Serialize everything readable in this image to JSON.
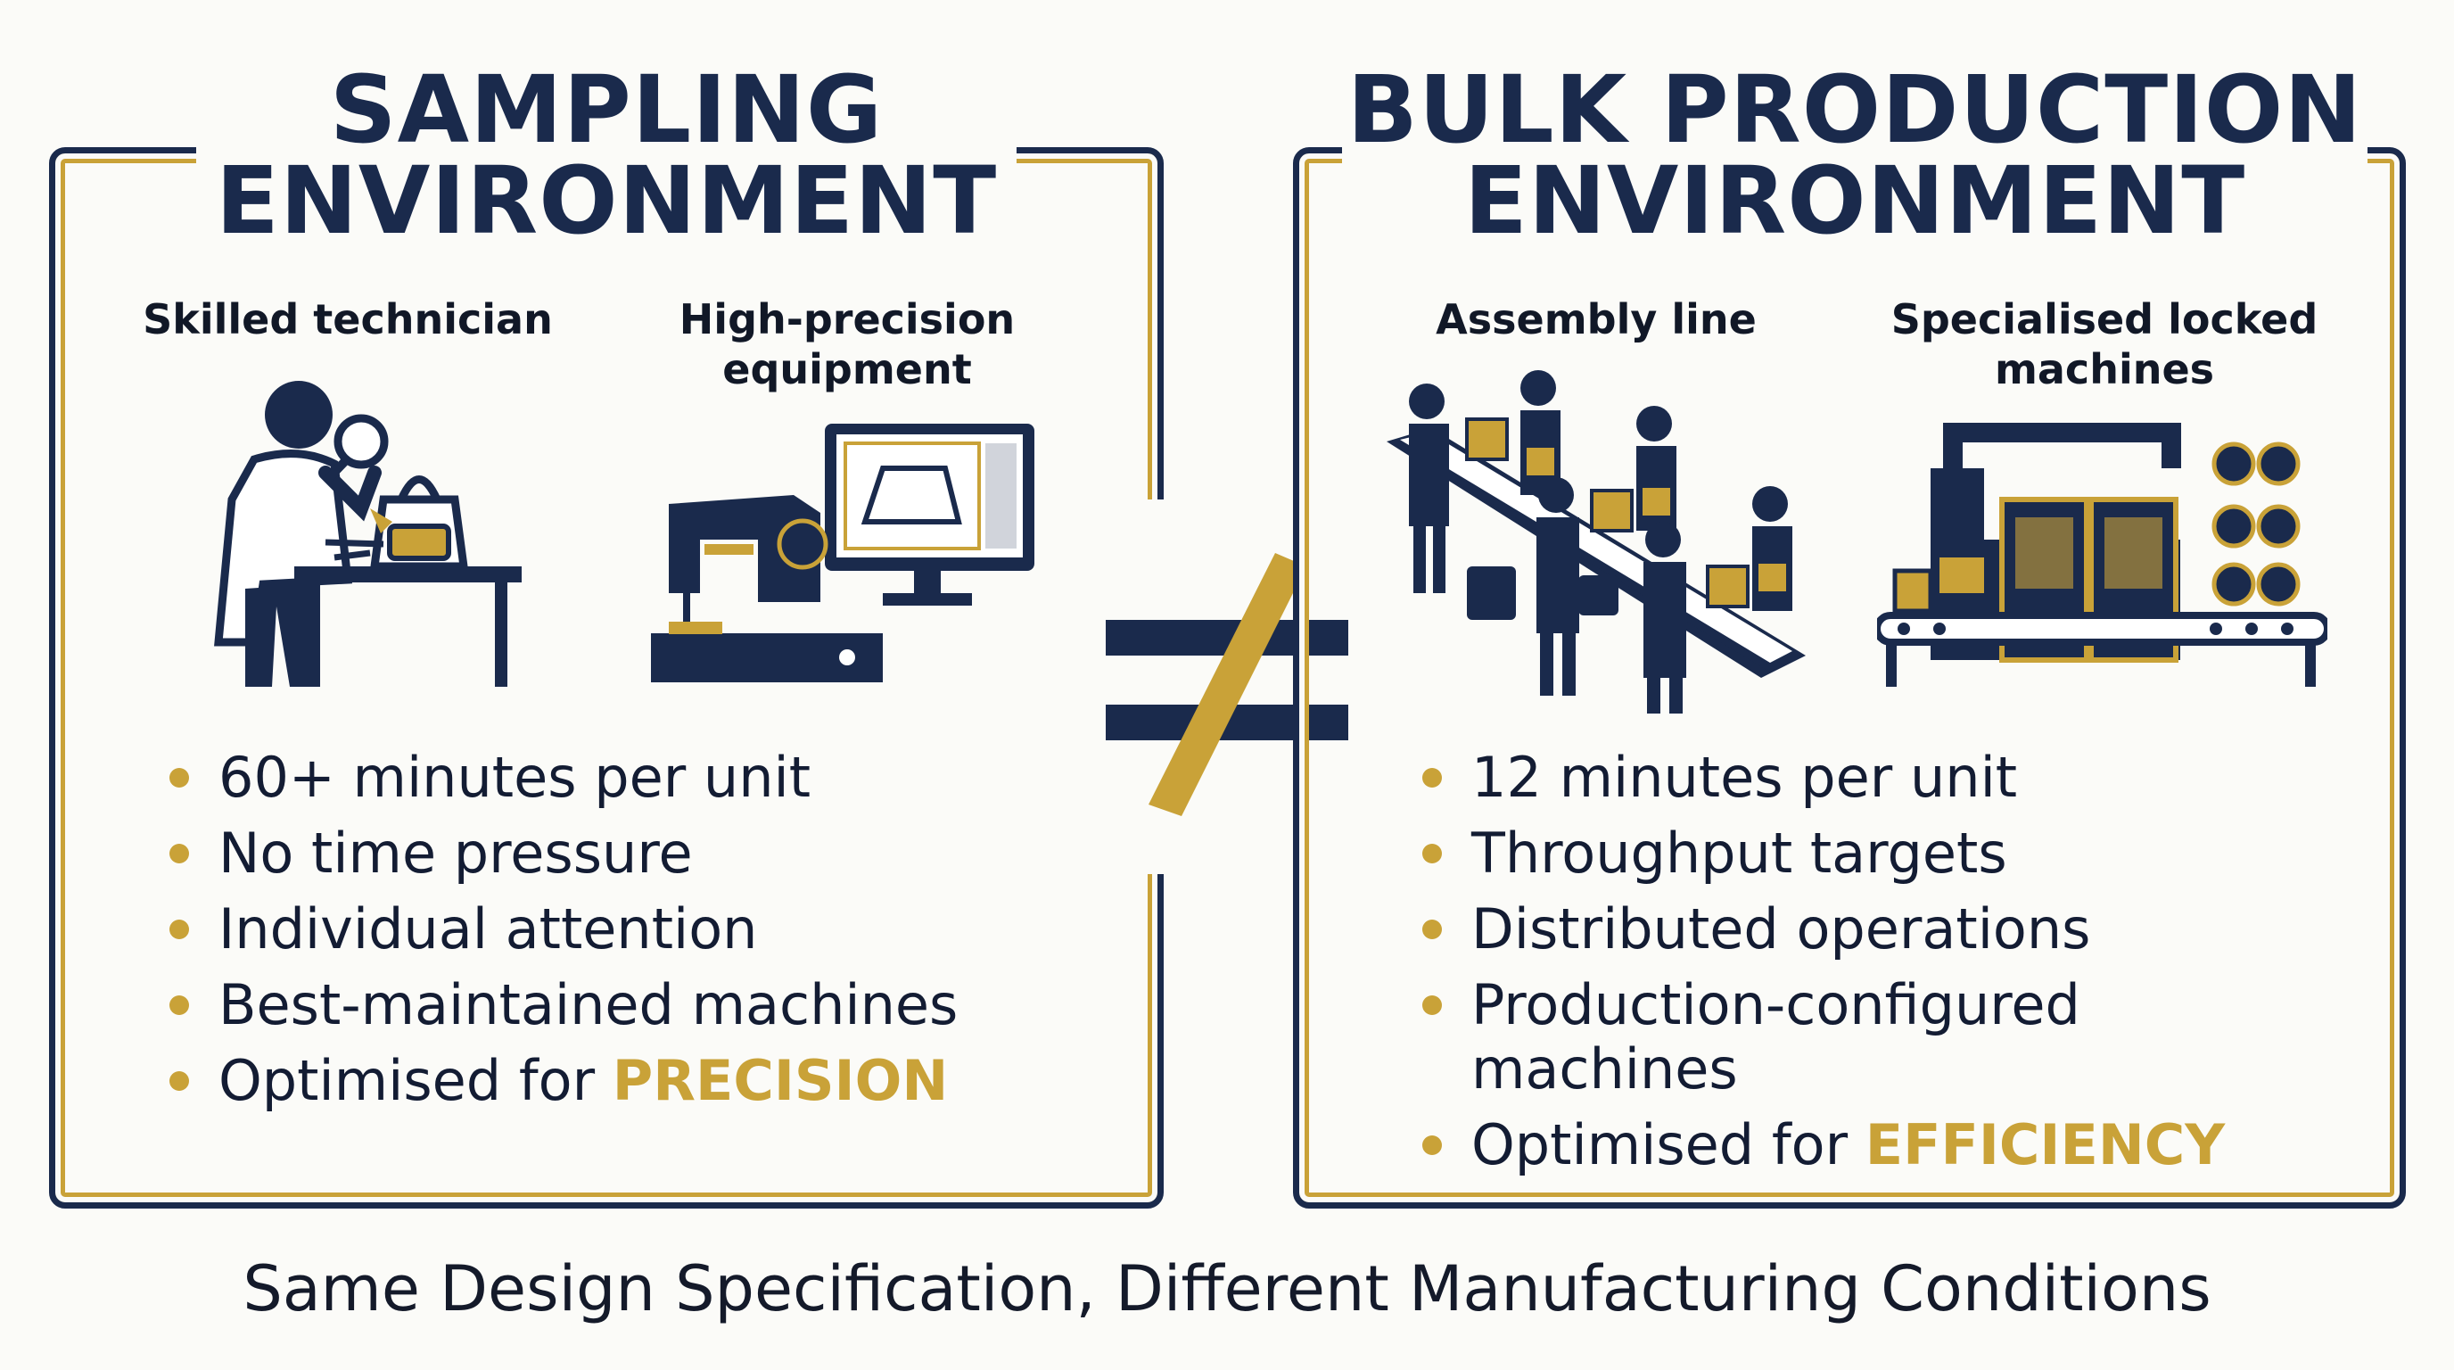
{
  "colors": {
    "navy": "#1a2a4c",
    "gold": "#c9a238",
    "background": "#fbfbf8"
  },
  "left": {
    "title_line1": "SAMPLING",
    "title_line2": "ENVIRONMENT",
    "label_technician": "Skilled technician",
    "label_equipment_1": "High-precision",
    "label_equipment_2": "equipment",
    "bullets": [
      "60+ minutes per unit",
      "No time pressure",
      "Individual attention",
      "Best-maintained machines"
    ],
    "optimised_prefix": "Optimised for",
    "optimised_word": "PRECISION",
    "icons": [
      "technician-icon",
      "sewing-machine-icon",
      "computer-monitor-icon"
    ]
  },
  "right": {
    "title_line1": "BULK PRODUCTION",
    "title_line2": "ENVIRONMENT",
    "label_assembly": "Assembly line",
    "label_machines_1": "Specialised locked",
    "label_machines_2": "machines",
    "bullets": [
      "12 minutes per unit",
      "Throughput targets",
      "Distributed operations"
    ],
    "bullet_wrapped_line1": "Production-configured",
    "bullet_wrapped_line2": "machines",
    "optimised_prefix": "Optimised for",
    "optimised_word": "EFFICIENCY",
    "icons": [
      "assembly-line-icon",
      "industrial-machines-icon"
    ]
  },
  "separator_icon": "not-equal-icon",
  "caption": "Same Design Specification, Different Manufacturing Conditions"
}
